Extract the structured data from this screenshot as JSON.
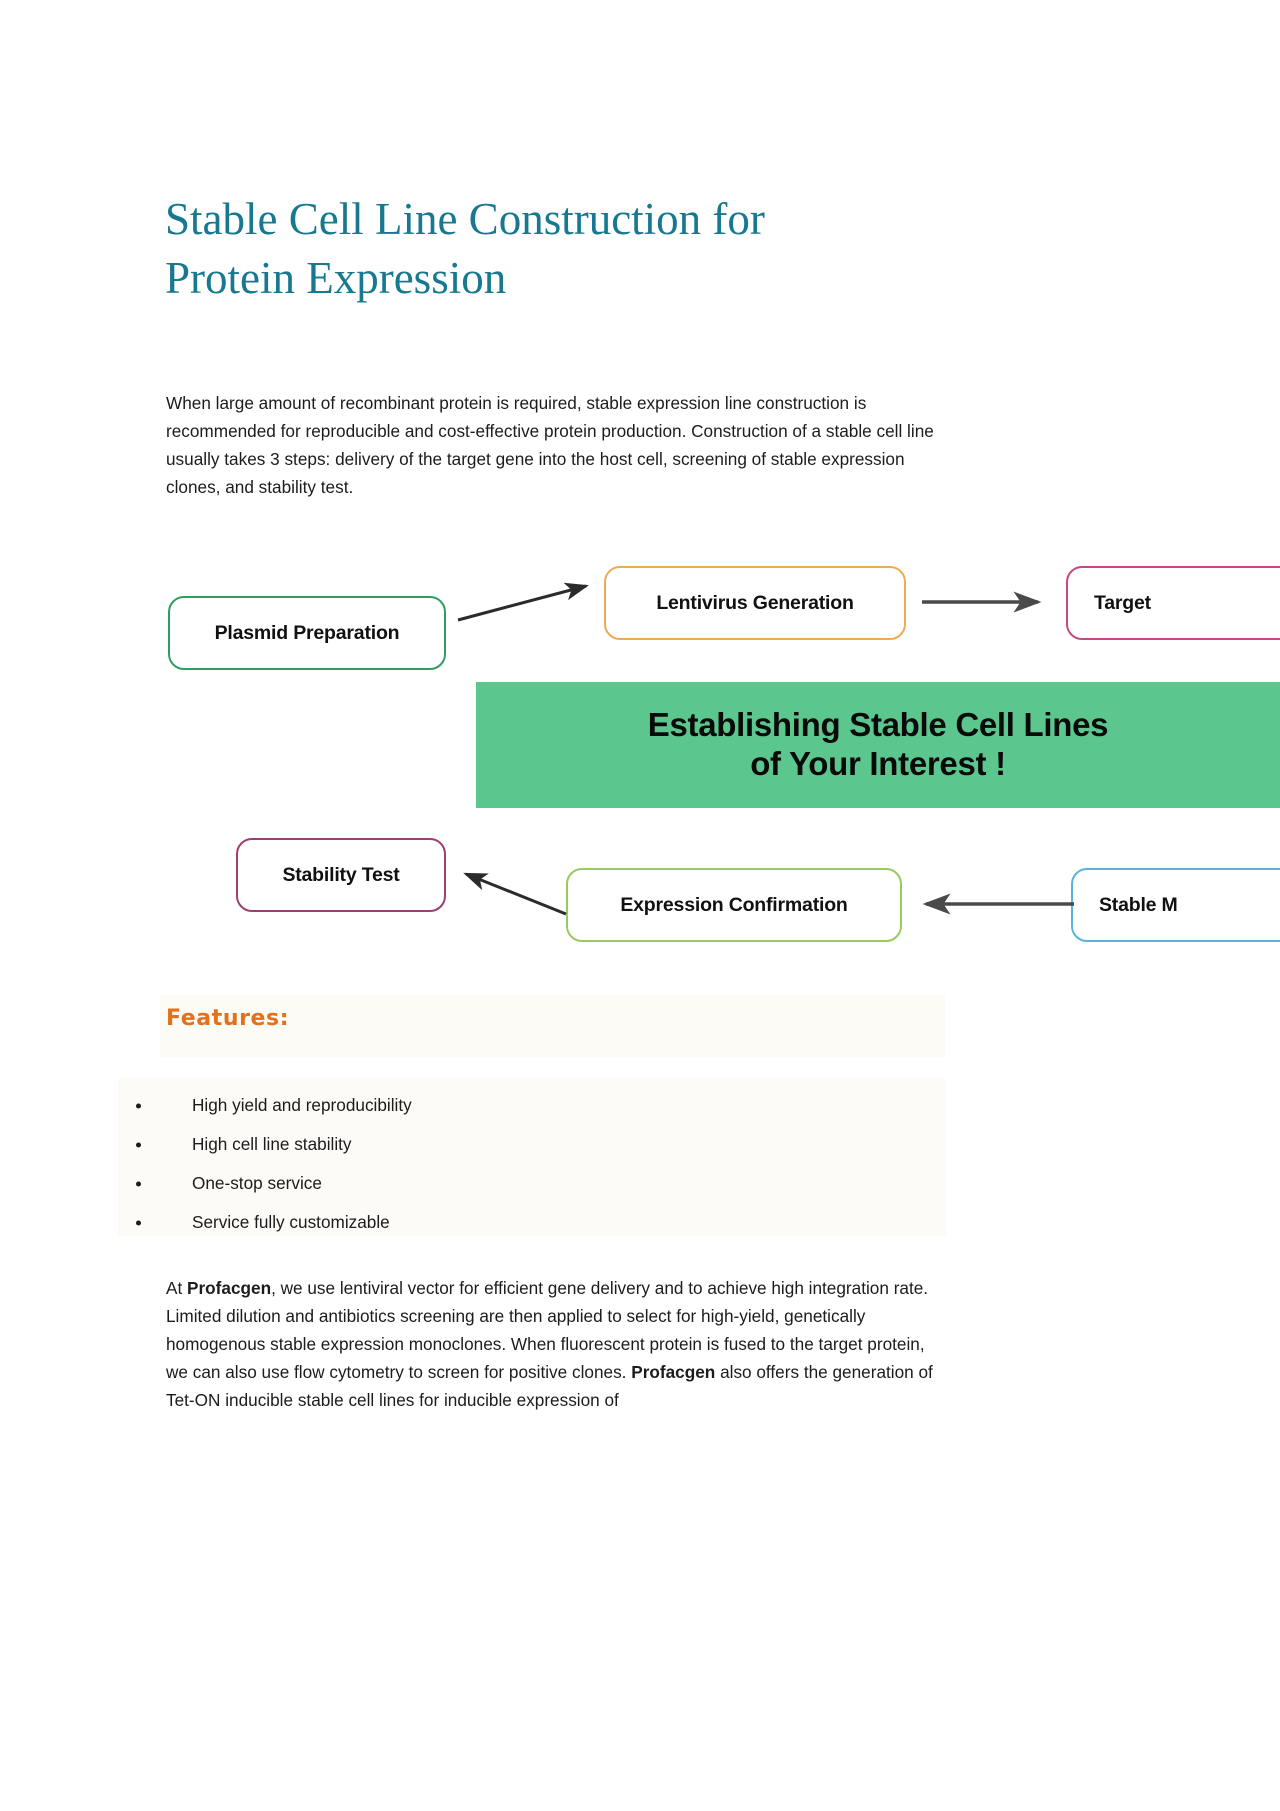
{
  "document": {
    "title_line1": "Stable Cell Line Construction for",
    "title_line2": "Protein Expression",
    "title_color": "#17788f",
    "intro_paragraph": "When large amount of recombinant protein is required, stable expression line construction is recommended for reproducible and cost-effective protein production. Construction of a stable cell line usually takes 3 steps: delivery of the target gene into the host cell, screening of stable expression clones, and stability test."
  },
  "diagram": {
    "banner_line1": "Establishing Stable Cell Lines",
    "banner_line2": "of Your Interest !",
    "banner_color": "#5cc68f",
    "nodes": [
      {
        "id": "plasmid",
        "label": "Plasmid Preparation",
        "border_color": "#2e9e62"
      },
      {
        "id": "lentivirus",
        "label": "Lentivirus Generation",
        "border_color": "#eeab54"
      },
      {
        "id": "target",
        "label": "Target",
        "border_color": "#c9487f"
      },
      {
        "id": "stability",
        "label": "Stability Test",
        "border_color": "#9e3f72"
      },
      {
        "id": "expression",
        "label": "Expression Confirmation",
        "border_color": "#97cb5c"
      },
      {
        "id": "stablemono",
        "label": "Stable M",
        "border_color": "#59b4d9"
      }
    ]
  },
  "features": {
    "heading": "Features:",
    "heading_color": "#e2711d",
    "items": [
      "High yield and reproducibility",
      "High cell line stability",
      "One-stop service",
      "Service fully customizable"
    ]
  },
  "closing": {
    "seg1": "At ",
    "brand1": "Profacgen",
    "seg2": ", we use lentiviral vector for efficient gene delivery and to achieve high integration rate. Limited dilution and antibiotics screening are then applied to select for high-yield, genetically homogenous stable expression monoclones. When fluorescent protein is fused to the target protein, we can also use flow cytometry to screen for positive clones. ",
    "brand2": "Profacgen",
    "seg3": " also offers the generation of Tet-ON inducible stable cell lines for inducible expression of"
  }
}
